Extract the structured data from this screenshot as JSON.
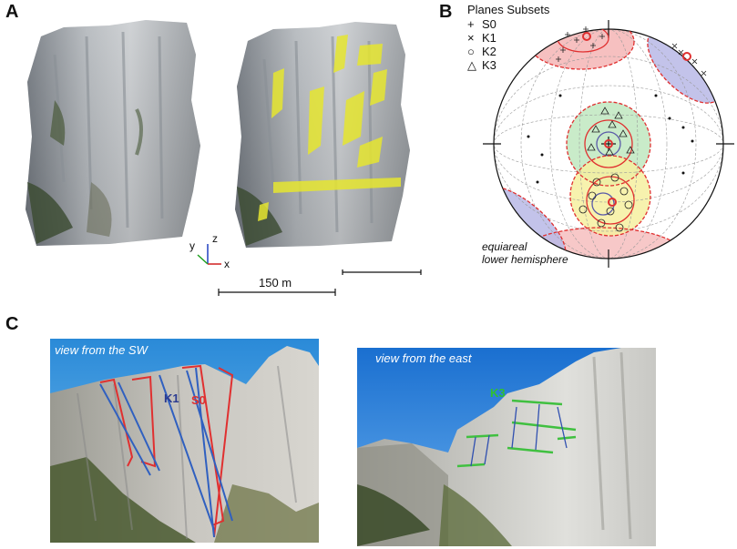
{
  "panel_a": {
    "label": "A",
    "axes": {
      "x": "x",
      "y": "y",
      "z": "z"
    },
    "scale_bar_label": "150 m"
  },
  "panel_b": {
    "label": "B",
    "legend_title": "Planes Subsets",
    "legend": [
      {
        "symbol": "+",
        "name": "S0"
      },
      {
        "symbol": "×",
        "name": "K1"
      },
      {
        "symbol": "○",
        "name": "K2"
      },
      {
        "symbol": "△",
        "name": "K3"
      }
    ],
    "projection_line1": "equiareal",
    "projection_line2": "lower hemisphere",
    "colors": {
      "s0": "#e8404a",
      "k1": "#5a5aa8",
      "k2": "#f0e040",
      "k3": "#5cc070"
    }
  },
  "panel_c": {
    "label": "C",
    "left_caption": "view from the SW",
    "left_labels": {
      "k1": "K1",
      "s0": "S0"
    },
    "right_caption": "view from the east",
    "right_labels": {
      "k3": "K3"
    }
  }
}
